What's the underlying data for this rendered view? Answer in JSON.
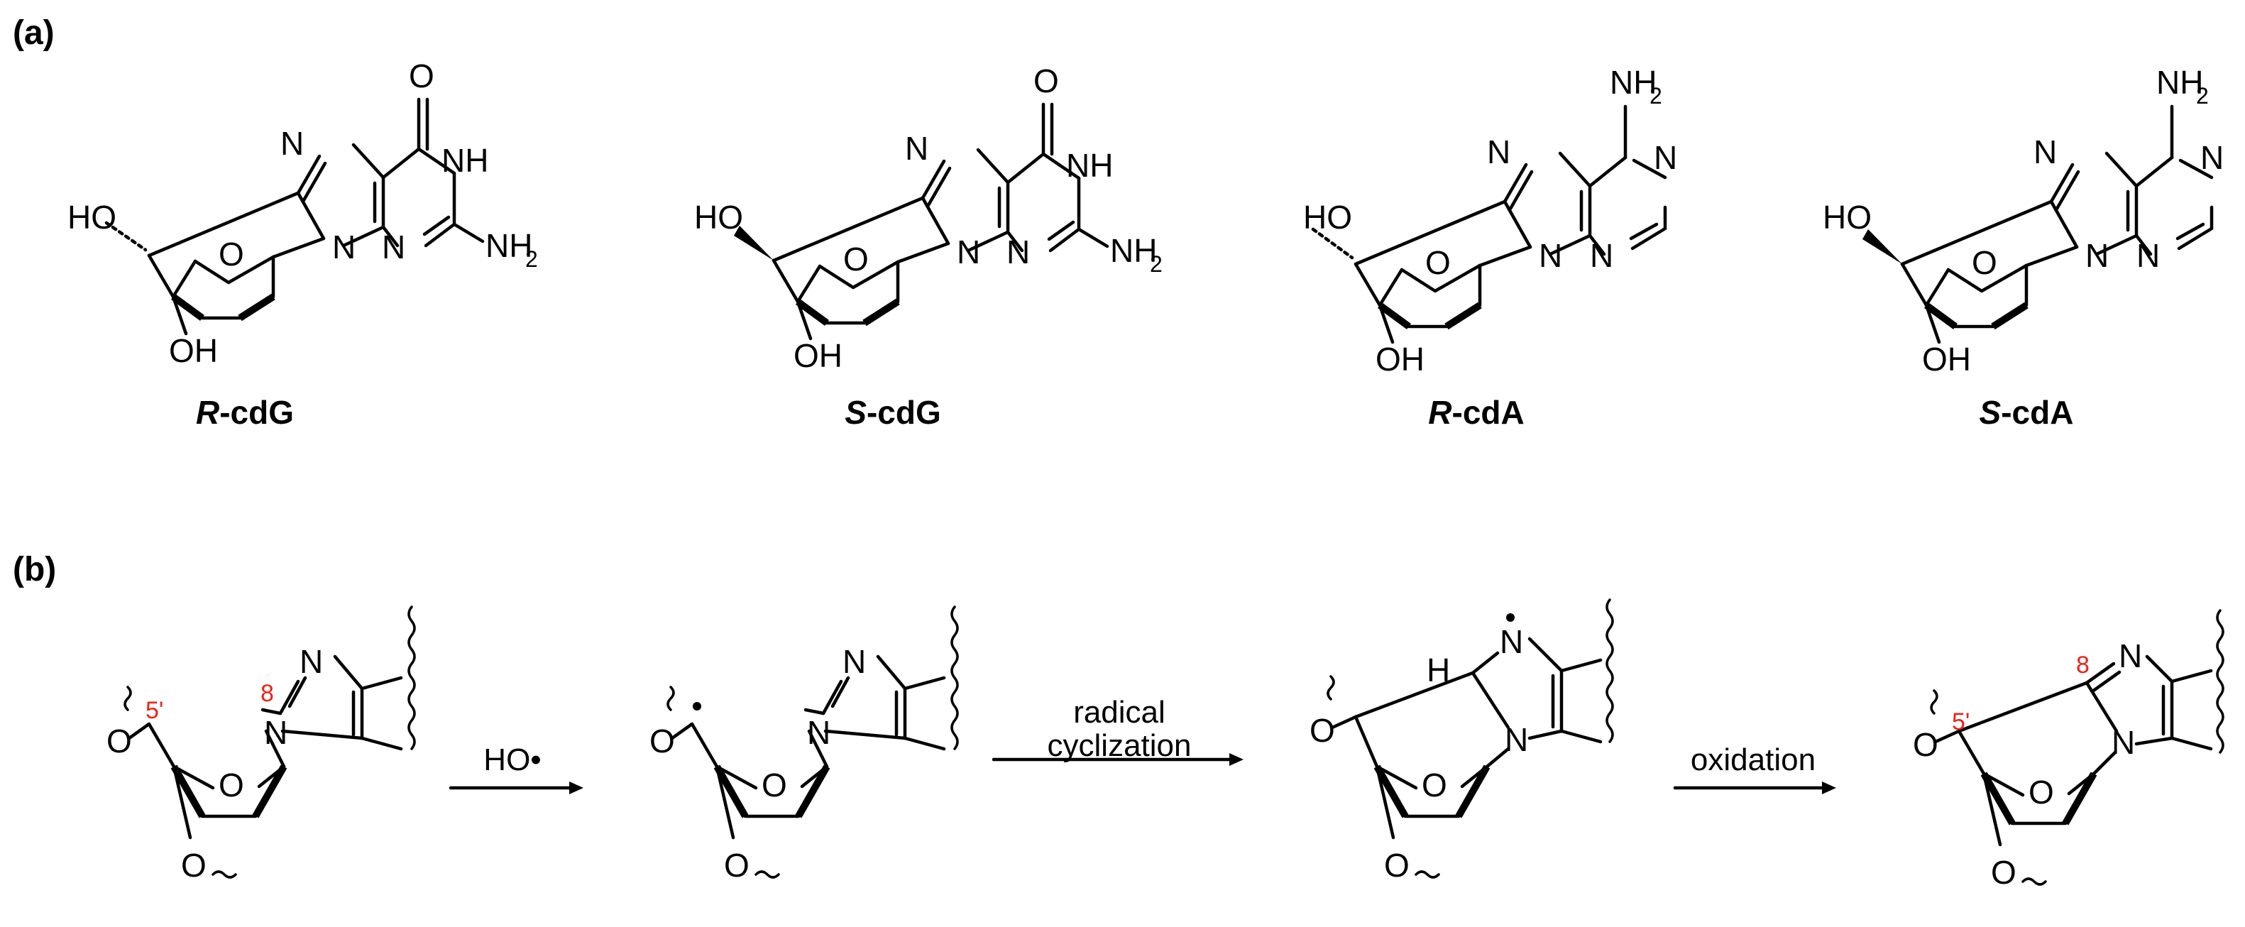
{
  "panels": {
    "a": {
      "label": "(a)"
    },
    "b": {
      "label": "(b)"
    }
  },
  "compounds": [
    {
      "prefix": "R",
      "suffix": "-cdG"
    },
    {
      "prefix": "S",
      "suffix": "-cdG"
    },
    {
      "prefix": "R",
      "suffix": "-cdA"
    },
    {
      "prefix": "S",
      "suffix": "-cdA"
    }
  ],
  "atoms": {
    "HO": "HO",
    "OH": "OH",
    "O": "O",
    "N": "N",
    "NH": "NH",
    "NH2_main": "NH",
    "NH2_sub": "2",
    "H": "H"
  },
  "position_labels": {
    "c8": "8",
    "c5p": "5'"
  },
  "arrows": [
    {
      "label_lines": [
        "HO•"
      ]
    },
    {
      "label_lines": [
        "radical",
        "cyclization"
      ]
    },
    {
      "label_lines": [
        "oxidation"
      ]
    }
  ],
  "colors": {
    "position_label": "#e8241a",
    "ink": "#000000"
  }
}
